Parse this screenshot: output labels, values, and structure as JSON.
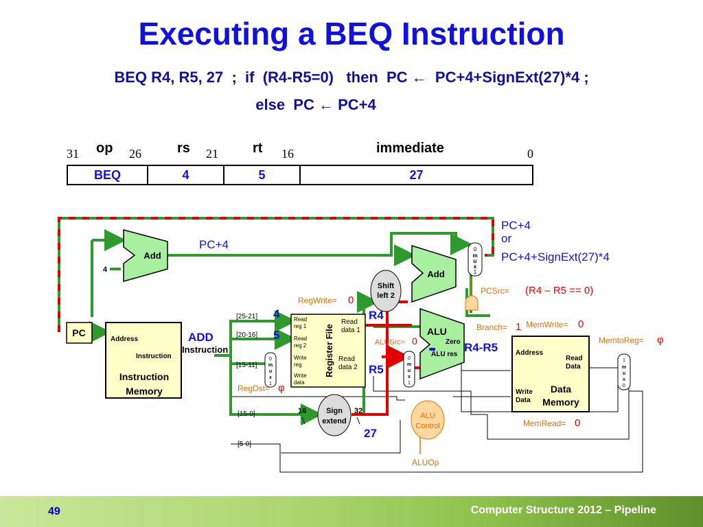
{
  "slide": {
    "title": "Executing a BEQ Instruction",
    "line1": "BEQ R4, R5, 27  ;  if  (R4-R5=0)   then  PC ←  PC+4+SignExt(27)*4 ;",
    "line2": "else  PC ← PC+4"
  },
  "format": {
    "fields": [
      "op",
      "rs",
      "rt",
      "immediate"
    ],
    "bits": [
      "31",
      "26",
      "21",
      "16",
      "0"
    ],
    "values": [
      "BEQ",
      "4",
      "5",
      "27"
    ]
  },
  "diagram": {
    "pc": "PC",
    "add_top": "Add",
    "add_const": "4",
    "pc4_label": "PC+4",
    "add_branch": "Add",
    "shift_l1": "Shift",
    "shift_l2": "left 2",
    "mux_top": [
      "0",
      "m",
      "u",
      "x",
      "1"
    ],
    "mux_regdst": [
      "0",
      "m",
      "u",
      "x",
      "1"
    ],
    "mux_alusrc": [
      "0",
      "m",
      "u",
      "x",
      "1"
    ],
    "mux_mem": [
      "1",
      "m",
      "u",
      "x",
      "0"
    ],
    "pc_choice1": "PC+4",
    "pc_choice2": "or",
    "pc_choice3": "PC+4+SignExt(27)*4",
    "pcsrc_label": "PCSrc=",
    "pcsrc_value": "(R4 – R5 == 0)",
    "branch_label": "Branch=",
    "branch_value": "1",
    "memwrite_label": "MemWrite=",
    "memwrite_value": "0",
    "memtoreg_label": "MemtoReg=",
    "memtoreg_value": "φ",
    "memread_label": "MemRead=",
    "memread_value": "0",
    "regwrite_label": "RegWrite=",
    "regwrite_value": "0",
    "regdst_label": "RegDst=",
    "regdst_value": "φ",
    "alusrc_label": "ALUSrc=",
    "alusrc_value": "0",
    "im_address": "Address",
    "im_instruction": "Instruction",
    "im_title1": "Instruction",
    "im_title2": "Memory",
    "instr_out": "Instruction",
    "add_op": "ADD",
    "field_2521": "[25-21]",
    "field_2016": "[20-16]",
    "field_1511": "[15-11]",
    "field_150": "[15-0]",
    "field_50": "[5-0]",
    "rs_val": "4",
    "rt_val": "5",
    "rf_read_reg1": [
      "Read",
      "reg 1"
    ],
    "rf_read_reg2": [
      "Read",
      "reg 2"
    ],
    "rf_write_reg": [
      "Write",
      "reg"
    ],
    "rf_write_data": [
      "Write",
      "data"
    ],
    "rf_read_data1": [
      "Read",
      "data 1"
    ],
    "rf_read_data2": [
      "Read",
      "data 2"
    ],
    "rf_title": "Register File",
    "r4_label": "R4",
    "r5_label": "R5",
    "alu": "ALU",
    "alu_zero": "Zero",
    "alu_res": "ALU res",
    "alu_minus": "-",
    "alu_result": "R4-R5",
    "sign1": "Sign",
    "sign2": "extend",
    "bits16": "16",
    "bits32": "32",
    "imm_val": "27",
    "alu_ctrl1": "ALU",
    "alu_ctrl2": "Control",
    "aluop": "ALUOp",
    "dm_address": "Address",
    "dm_write1": "Write",
    "dm_write2": "Data",
    "dm_read1": "Read",
    "dm_read2": "Data",
    "dm_title1": "Data",
    "dm_title2": "Memory"
  },
  "footer": {
    "page": "49",
    "course": "Computer Structure 2012 – Pipeline"
  },
  "colors": {
    "title": "#1010e0",
    "active": "#e00000",
    "datapath": "#2e9a2e",
    "control": "#e07000",
    "unit_fill": "#ffffc8",
    "alu_fill": "#a8f0a0"
  }
}
